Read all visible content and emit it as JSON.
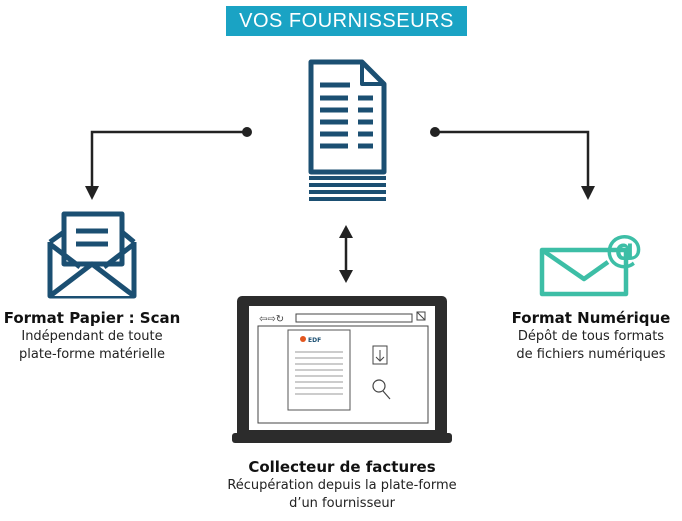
{
  "banner": {
    "title": "VOS FOURNISSEURS"
  },
  "nodes": {
    "paper": {
      "title": "Format Papier : Scan",
      "line1": "Indépendant de toute",
      "line2": "plate-forme matérielle"
    },
    "digital": {
      "title": "Format Numérique",
      "line1": "Dépôt de tous formats",
      "line2": "de fichiers numériques"
    },
    "collector": {
      "title": "Collecteur de factures",
      "line1": "Récupération depuis la plate-forme",
      "line2": "d’un fournisseur"
    }
  },
  "laptop": {
    "doc_logo": "EDF"
  },
  "colors": {
    "banner": "#1aa3c4",
    "navy": "#1b4f72",
    "teal": "#3dbea6",
    "dark": "#222222",
    "laptop": "#2c2c2c"
  },
  "icons": [
    "invoice-stack-icon",
    "envelope-open-icon",
    "email-at-icon",
    "laptop-icon",
    "download-icon",
    "magnifier-icon"
  ]
}
